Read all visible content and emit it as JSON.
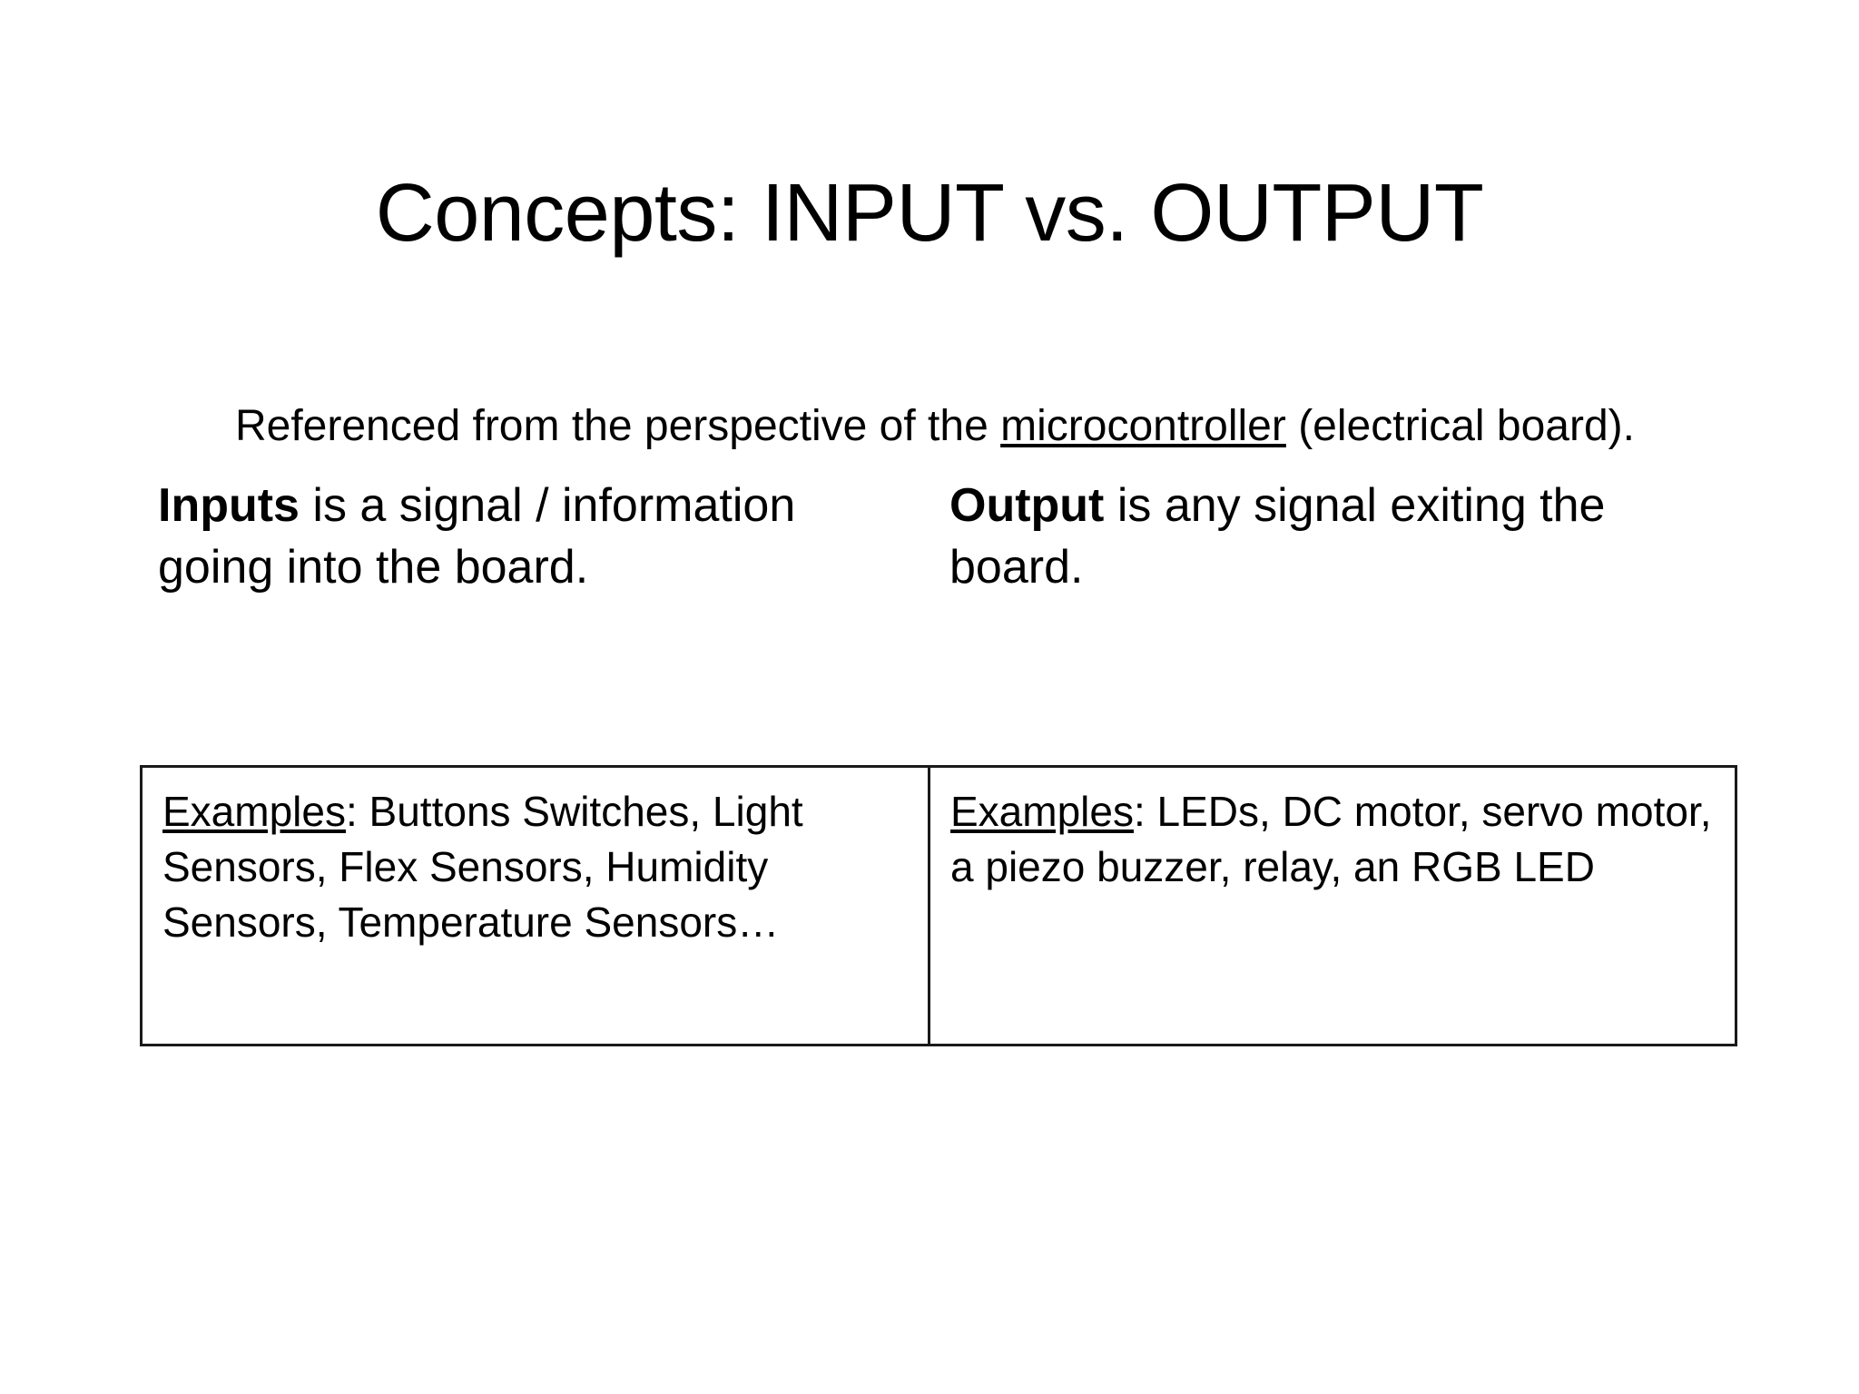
{
  "slide": {
    "title": "Concepts: INPUT vs. OUTPUT",
    "subtitle": {
      "before": "Referenced from the perspective of the ",
      "underlined": "microcontroller",
      "after": " (electrical board)."
    },
    "definitions": [
      {
        "term": "Inputs",
        "text": " is a signal / information going into the board."
      },
      {
        "term": "Output",
        "text": " is any signal exiting the board."
      }
    ],
    "examples_table": {
      "cells": [
        {
          "label": "Examples",
          "separator": ": ",
          "items": "Buttons Switches, Light Sensors, Flex Sensors, Humidity Sensors, Temperature Sensors…"
        },
        {
          "label": "Examples",
          "separator": ": ",
          "items": "LEDs, DC motor, servo motor, a piezo buzzer, relay, an RGB LED"
        }
      ]
    },
    "colors": {
      "background": "#ffffff",
      "text": "#000000",
      "table_border": "#1a1a1a"
    }
  }
}
